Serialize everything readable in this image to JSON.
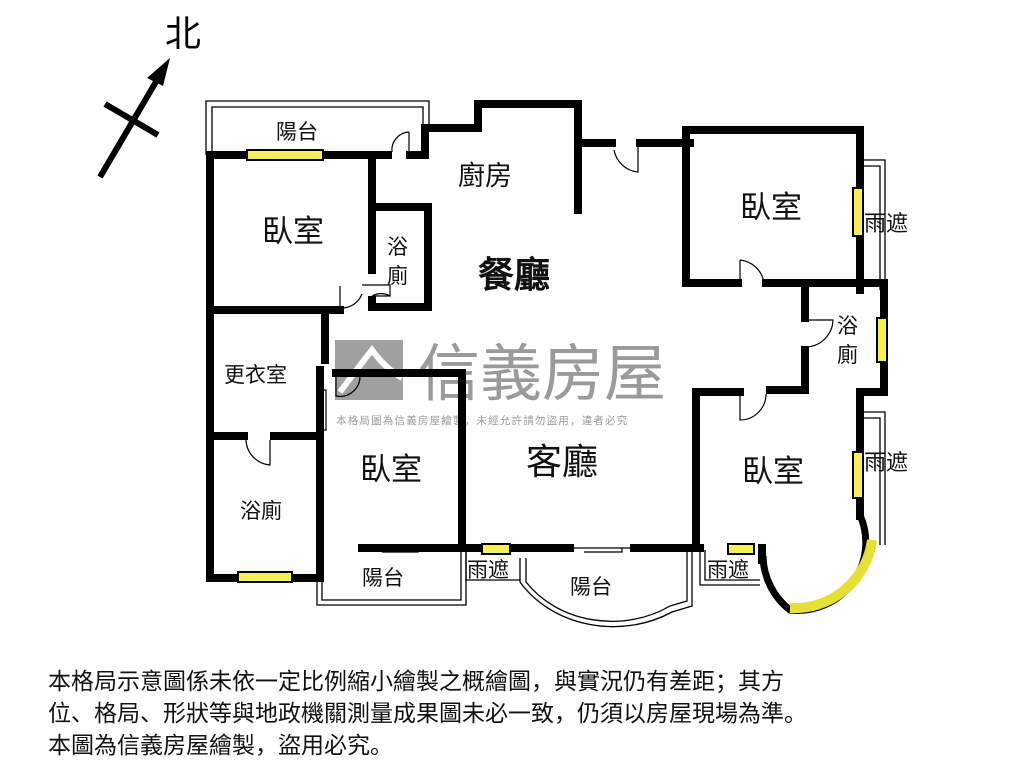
{
  "compass": {
    "label": "北"
  },
  "watermark": {
    "brand": "信義房屋",
    "subtitle": "本格局圖為信義房屋繪製，未經允許請勿盜用，違者必究"
  },
  "rooms": {
    "balcony_top": "陽台",
    "kitchen": "廚房",
    "bedroom_nw": "臥室",
    "bath_small": [
      "浴",
      "廁"
    ],
    "dining": "餐廳",
    "bedroom_ne": "臥室",
    "canopy_ne": "雨遮",
    "bath_east": [
      "浴",
      "廁"
    ],
    "closet": "更衣室",
    "bath_west": "浴廁",
    "bedroom_center": "臥室",
    "living": "客廳",
    "bedroom_se": "臥室",
    "canopy_se": "雨遮",
    "balcony_sw": "陽台",
    "canopy_s1": "雨遮",
    "balcony_s": "陽台",
    "canopy_s2": "雨遮"
  },
  "colors": {
    "wall": "#000000",
    "window": "#f5f05a",
    "balcony_line": "#000000"
  },
  "disclaimer": [
    "本格局示意圖係未依一定比例縮小繪製之概繪圖，與實況仍有差距；其方",
    "位、格局、形狀等與地政機關測量成果圖未必一致，仍須以房屋現場為準。",
    "本圖為信義房屋繪製，盜用必究。"
  ]
}
